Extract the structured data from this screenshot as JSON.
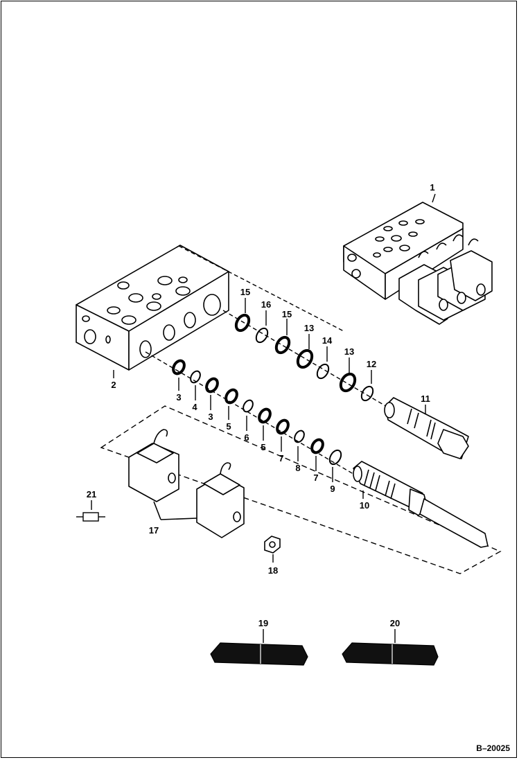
{
  "figure_ref": "B–20025",
  "callouts": {
    "c1": "1",
    "c2": "2",
    "c3a": "3",
    "c3b": "3",
    "c4": "4",
    "c5a": "5",
    "c5b": "5",
    "c6": "6",
    "c7a": "7",
    "c7b": "7",
    "c8": "8",
    "c9": "9",
    "c10": "10",
    "c11": "11",
    "c12": "12",
    "c13a": "13",
    "c13b": "13",
    "c14": "14",
    "c15a": "15",
    "c15b": "15",
    "c16": "16",
    "c17": "17",
    "c18": "18",
    "c19": "19",
    "c20": "20",
    "c21": "21"
  }
}
